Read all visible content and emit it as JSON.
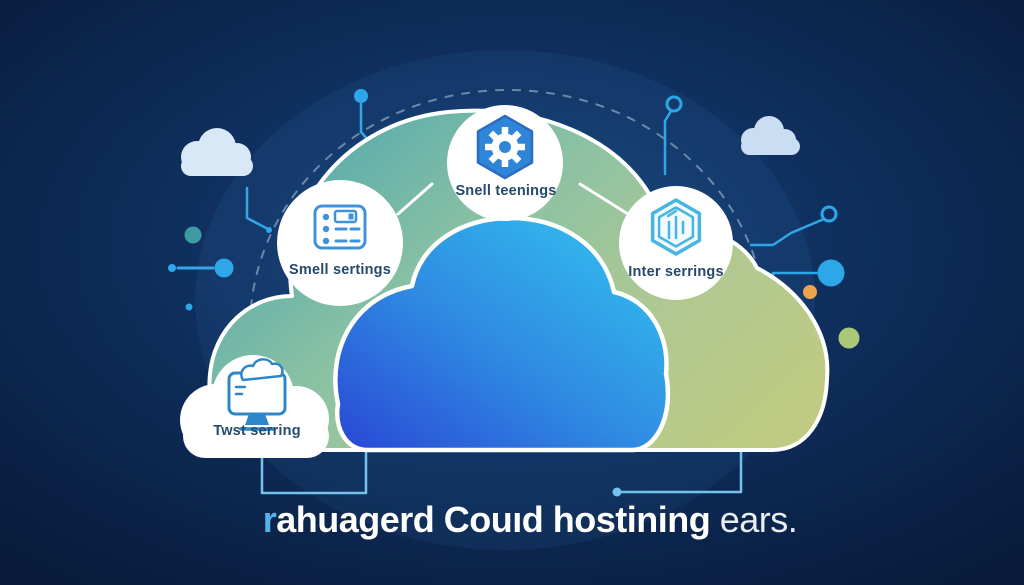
{
  "title": {
    "prefix": "r",
    "main": "ahuagerd Couıd hostining",
    "suffix": " ears."
  },
  "nodes": {
    "top": {
      "label": "Snell teenings",
      "icon": "gear-hexagon-icon"
    },
    "left": {
      "label": "Smell sertings",
      "icon": "list-settings-icon"
    },
    "right": {
      "label": "Inter serrings",
      "icon": "cube-hexagon-icon"
    },
    "bottom_left": {
      "label": "Twst serring",
      "icon": "cloud-monitor-icon"
    }
  },
  "colors": {
    "background_center": "#164479",
    "background_edge": "#081b3a",
    "outer_cloud_teal": "#4fa7ae",
    "outer_cloud_green": "#bfcb82",
    "inner_cloud_deep_blue": "#2a4ed7",
    "inner_cloud_cyan": "#33c0ef",
    "circuit_blue": "#35a5e6",
    "connector_light_blue": "#74c3ee",
    "icon_blue": "#2f86d9",
    "cube_icon_blue": "#47b5e0",
    "label_text": "#27496d",
    "title_accent": "#55b3e8",
    "dot_teal": "#3f9aa2",
    "dot_orange": "#eda24e",
    "dot_green": "#a9c878"
  }
}
